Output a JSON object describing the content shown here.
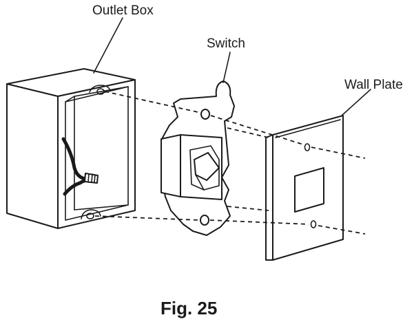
{
  "labels": {
    "outlet_box": "Outlet Box",
    "switch": "Switch",
    "wall_plate": "Wall Plate"
  },
  "caption": "Fig. 25"
}
